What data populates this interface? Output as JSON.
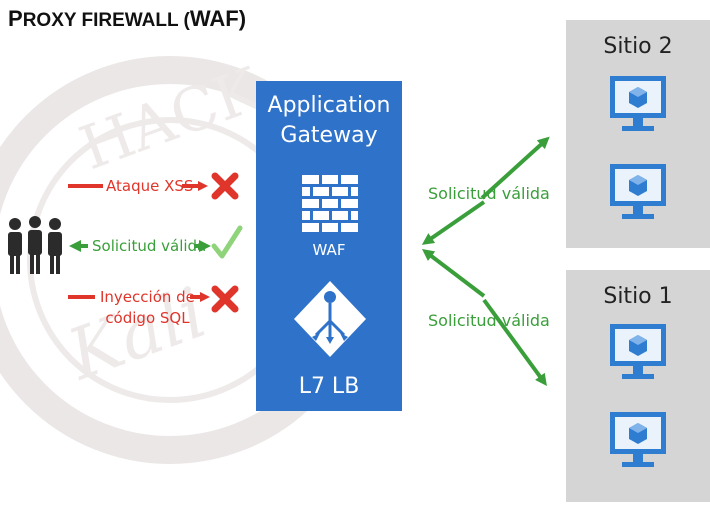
{
  "title": {
    "first": "P",
    "rest": "ROXY FIREWALL (",
    "waf": "WAF",
    "close": ")"
  },
  "gateway": {
    "title_line1": "Application",
    "title_line2": "Gateway",
    "waf_label": "WAF",
    "lb_label": "L7 LB"
  },
  "left_labels": {
    "xss": "Ataque XSS",
    "valid": "Solicitud válida",
    "sql_line1": "Inyección de",
    "sql_line2": "código SQL"
  },
  "right_labels": {
    "upper": "Solicitud válida",
    "lower": "Solicitud válida"
  },
  "sites": [
    {
      "name": "Sitio 2"
    },
    {
      "name": "Sitio 1"
    }
  ],
  "colors": {
    "gateway_blue": "#2f72c9",
    "monitor_blue": "#2f7dd1",
    "attack_red": "#e0352b",
    "valid_green": "#3a9f3a",
    "site_gray": "#d5d5d5"
  },
  "icons": [
    "users-icon",
    "firewall-icon",
    "load-balancer-icon",
    "monitor-icon",
    "blocked-x-icon",
    "checkmark-icon"
  ]
}
